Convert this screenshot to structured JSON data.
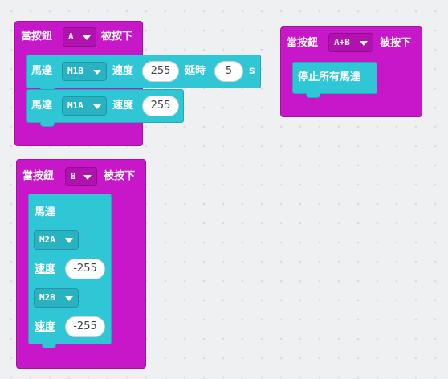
{
  "block1": {
    "when": "當按鈕",
    "button": "A",
    "pressed": "被按下",
    "row1": {
      "motor_label": "馬達",
      "motor": "M1B",
      "speed_label": "速度",
      "speed": "255",
      "delay_label": "延時",
      "delay": "5",
      "unit": "s"
    },
    "row2": {
      "motor_label": "馬達",
      "motor": "M1A",
      "speed_label": "速度",
      "speed": "255"
    }
  },
  "block2": {
    "when": "當按鈕",
    "button": "A+B",
    "pressed": "被按下",
    "stop_label": "停止所有馬達"
  },
  "block3": {
    "when": "當按鈕",
    "button": "B",
    "pressed": "被按下",
    "motor_label": "馬達",
    "motor1": "M2A",
    "speed1_label": "速度",
    "speed1": "-255",
    "motor2": "M2B",
    "speed2_label": "速度",
    "speed2": "-255"
  },
  "colors": {
    "event": "#c817c8",
    "motor": "#2fc6d6",
    "background": "#eef0f2"
  }
}
